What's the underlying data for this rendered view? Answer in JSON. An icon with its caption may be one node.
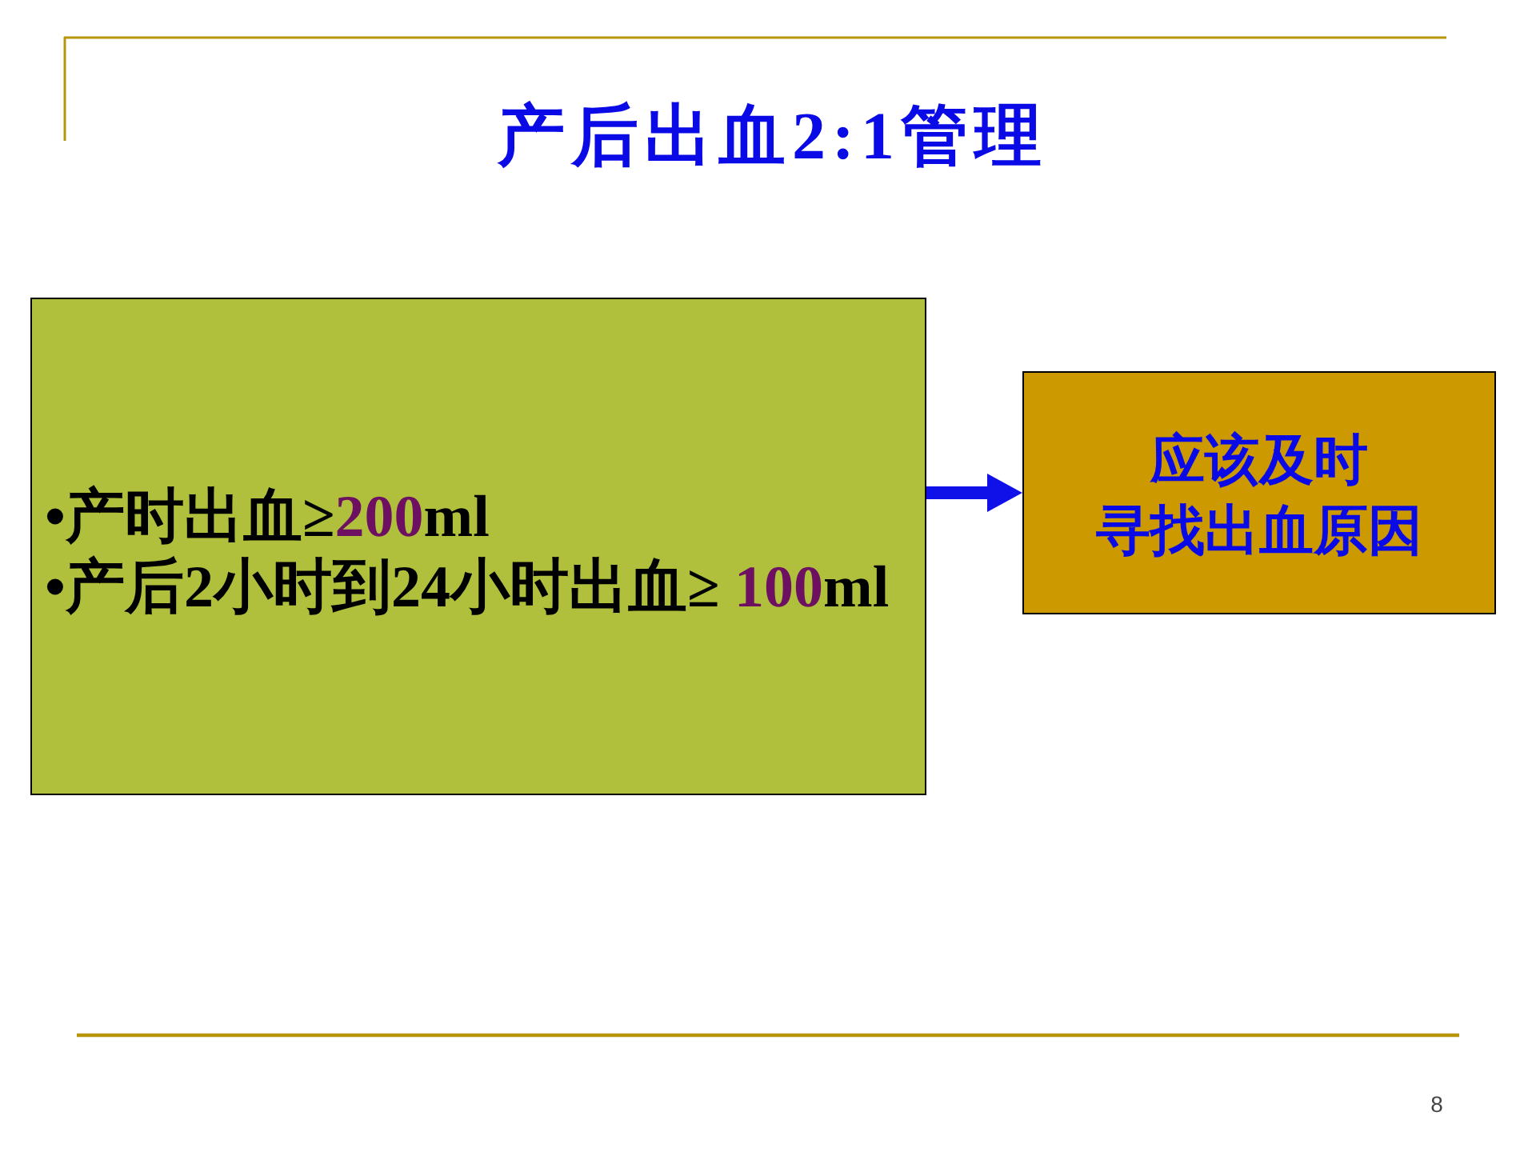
{
  "diagram": {
    "title": "产后出血2:1管理",
    "nodes": [
      {
        "text": [
          "•产时出血≥200ml",
          "•产后2小时到24小时出血≥ 100ml"
        ]
      },
      {
        "text": [
          "应该及时",
          "寻找出血原因"
        ]
      }
    ],
    "edges": [
      {
        "from": 0,
        "to": 1,
        "arrow": "to",
        "color": "#1010e8"
      }
    ],
    "labels": [
      "8"
    ]
  }
}
